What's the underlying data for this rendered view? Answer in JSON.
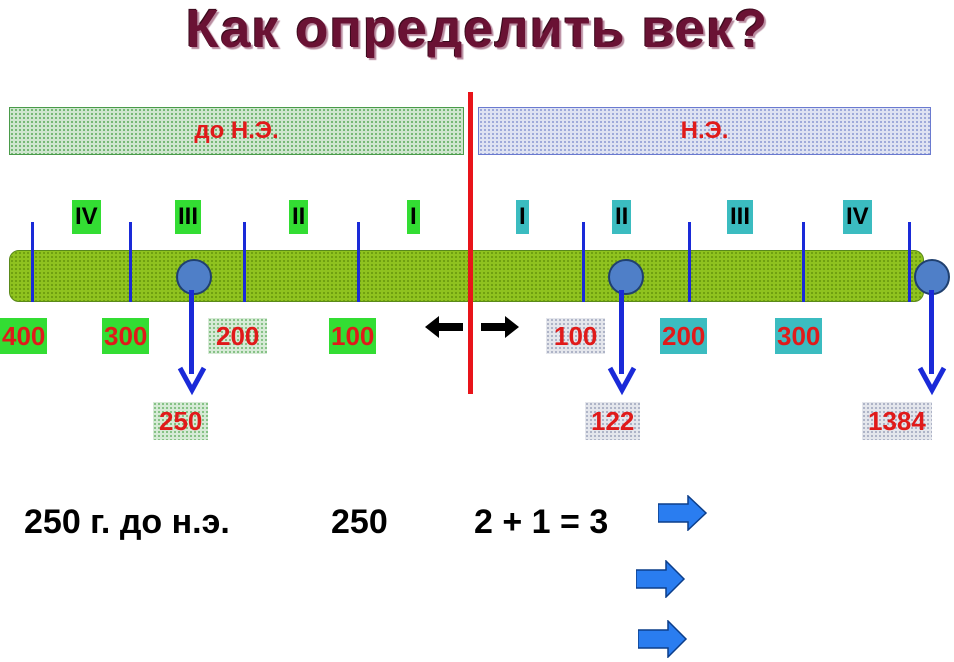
{
  "title": "Как определить век?",
  "eras": {
    "bc": "до Н.Э.",
    "ad": "Н.Э."
  },
  "centuries_bc": [
    "IV",
    "III",
    "II",
    "I"
  ],
  "centuries_ad": [
    "I",
    "II",
    "III",
    "IV"
  ],
  "years_bc": [
    "400",
    "300",
    "200",
    "100"
  ],
  "years_ad": [
    "100",
    "200",
    "300"
  ],
  "examples": [
    "250",
    "122",
    "1384"
  ],
  "formula": {
    "date": "250 г. до н.э.",
    "number": "250",
    "calc": "2 + 1 = 3"
  },
  "colors": {
    "title": "#6a1234",
    "era_text": "#e01a1a",
    "axis_line": "#e8141a",
    "bar": "#8fc21f",
    "tick": "#1a2ad8",
    "marker": "#4f7fc8",
    "arrow": "#2a7df0"
  },
  "icons": [
    "double-arrow-icon",
    "right-arrow-icon"
  ]
}
